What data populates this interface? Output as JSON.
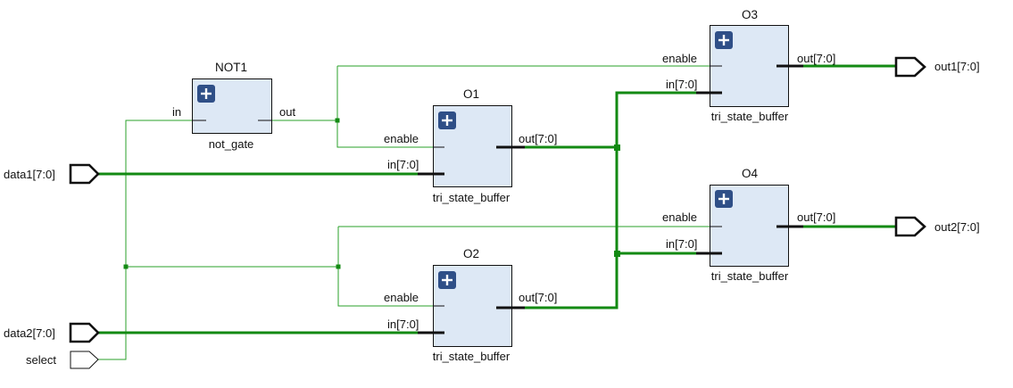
{
  "inputs": {
    "data1": "data1[7:0]",
    "data2": "data2[7:0]",
    "select": "select"
  },
  "outputs": {
    "out1": "out1[7:0]",
    "out2": "out2[7:0]"
  },
  "cells": {
    "not1": {
      "instance": "NOT1",
      "type": "not_gate",
      "pin_in": "in",
      "pin_out": "out"
    },
    "o1": {
      "instance": "O1",
      "type": "tri_state_buffer",
      "pin_enable": "enable",
      "pin_in": "in[7:0]",
      "pin_out": "out[7:0]"
    },
    "o2": {
      "instance": "O2",
      "type": "tri_state_buffer",
      "pin_enable": "enable",
      "pin_in": "in[7:0]",
      "pin_out": "out[7:0]"
    },
    "o3": {
      "instance": "O3",
      "type": "tri_state_buffer",
      "pin_enable": "enable",
      "pin_in": "in[7:0]",
      "pin_out": "out[7:0]"
    },
    "o4": {
      "instance": "O4",
      "type": "tri_state_buffer",
      "pin_enable": "enable",
      "pin_in": "in[7:0]",
      "pin_out": "out[7:0]"
    }
  },
  "colors": {
    "wire": "#2aa02a",
    "bus": "#138a13",
    "cell_fill": "#dde8f5",
    "expand_button": "#2f4f87"
  }
}
